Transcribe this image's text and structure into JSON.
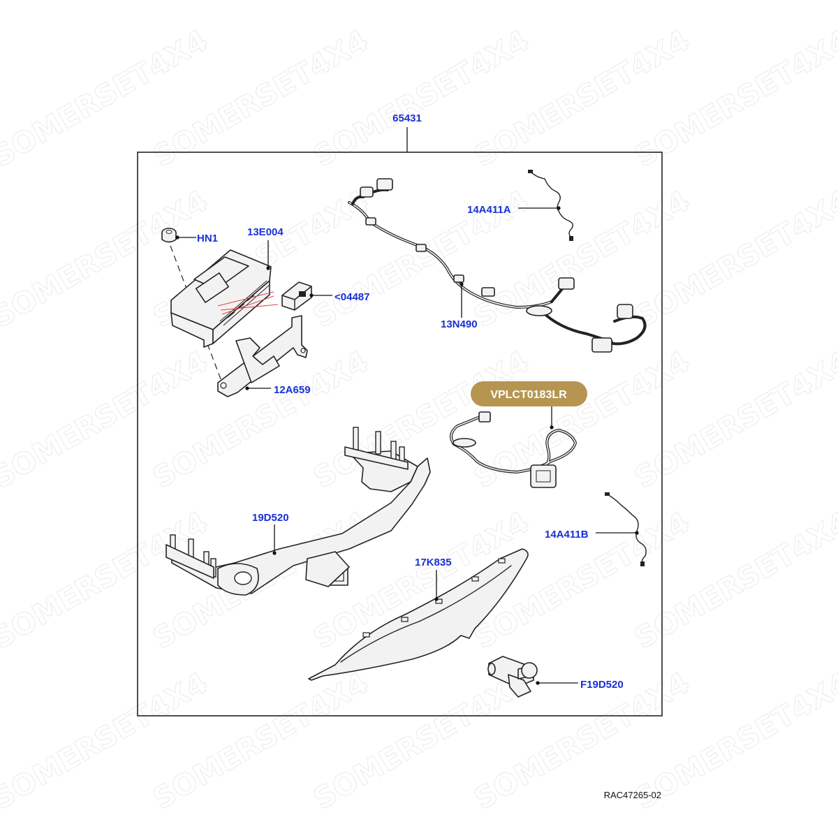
{
  "watermark": "SOMERSET4X4",
  "callouts": {
    "assembly": "65431",
    "nut": "HN1",
    "module": "13E004",
    "connector": "<04487",
    "bracket": "12A659",
    "harness_main": "13N490",
    "sensor_a": "14A411A",
    "sensor_b": "14A411B",
    "tow_bar": "19D520",
    "cover": "17K835",
    "tow_ball": "F19D520"
  },
  "badge": {
    "text": "VPLCT0183LR",
    "color": "#b59550"
  },
  "reference": "RAC47265-02",
  "colors": {
    "callout": "#1a2fd6",
    "frame": "#222222"
  }
}
